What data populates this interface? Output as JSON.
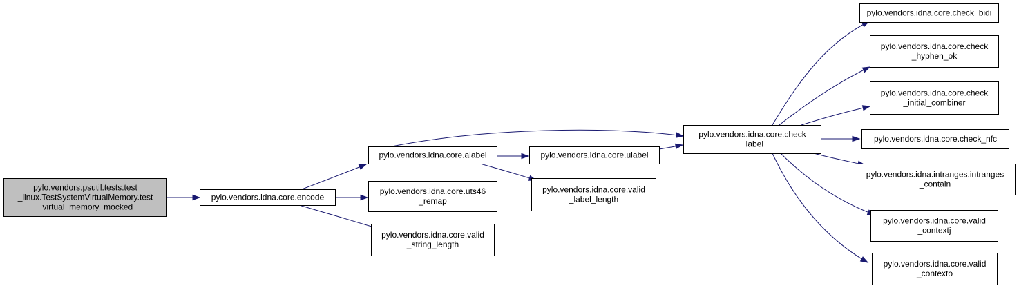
{
  "colors": {
    "edge": "#191970",
    "root_fill": "#bfbfbf",
    "node_fill": "#ffffff",
    "node_border": "#000000"
  },
  "nodes": [
    {
      "id": "test_vm_mocked",
      "name": "node-test-virtual-memory-mocked",
      "is_root": true,
      "lines": [
        "pylo.vendors.psutil.tests.test",
        "_linux.TestSystemVirtualMemory.test",
        "_virtual_memory_mocked"
      ]
    },
    {
      "id": "encode",
      "name": "node-core-encode",
      "lines": [
        "pylo.vendors.idna.core.encode"
      ]
    },
    {
      "id": "alabel",
      "name": "node-core-alabel",
      "lines": [
        "pylo.vendors.idna.core.alabel"
      ]
    },
    {
      "id": "uts46_remap",
      "name": "node-core-uts46-remap",
      "lines": [
        "pylo.vendors.idna.core.uts46",
        "_remap"
      ]
    },
    {
      "id": "valid_string_length",
      "name": "node-core-valid-string-length",
      "lines": [
        "pylo.vendors.idna.core.valid",
        "_string_length"
      ]
    },
    {
      "id": "ulabel",
      "name": "node-core-ulabel",
      "lines": [
        "pylo.vendors.idna.core.ulabel"
      ]
    },
    {
      "id": "valid_label_length",
      "name": "node-core-valid-label-length",
      "lines": [
        "pylo.vendors.idna.core.valid",
        "_label_length"
      ]
    },
    {
      "id": "check_label",
      "name": "node-core-check-label",
      "lines": [
        "pylo.vendors.idna.core.check",
        "_label"
      ]
    },
    {
      "id": "check_bidi",
      "name": "node-core-check-bidi",
      "lines": [
        "pylo.vendors.idna.core.check_bidi"
      ]
    },
    {
      "id": "check_hyphen_ok",
      "name": "node-core-check-hyphen-ok",
      "lines": [
        "pylo.vendors.idna.core.check",
        "_hyphen_ok"
      ]
    },
    {
      "id": "check_initial_combiner",
      "name": "node-core-check-initial-combiner",
      "lines": [
        "pylo.vendors.idna.core.check",
        "_initial_combiner"
      ]
    },
    {
      "id": "check_nfc",
      "name": "node-core-check-nfc",
      "lines": [
        "pylo.vendors.idna.core.check_nfc"
      ]
    },
    {
      "id": "intranges_contain",
      "name": "node-intranges-contain",
      "lines": [
        "pylo.vendors.idna.intranges.intranges",
        "_contain"
      ]
    },
    {
      "id": "valid_contextj",
      "name": "node-core-valid-contextj",
      "lines": [
        "pylo.vendors.idna.core.valid",
        "_contextj"
      ]
    },
    {
      "id": "valid_contexto",
      "name": "node-core-valid-contexto",
      "lines": [
        "pylo.vendors.idna.core.valid",
        "_contexto"
      ]
    }
  ],
  "edges": [
    {
      "from": "test_vm_mocked",
      "to": "encode"
    },
    {
      "from": "encode",
      "to": "alabel"
    },
    {
      "from": "encode",
      "to": "uts46_remap"
    },
    {
      "from": "encode",
      "to": "valid_string_length"
    },
    {
      "from": "alabel",
      "to": "check_label"
    },
    {
      "from": "alabel",
      "to": "ulabel"
    },
    {
      "from": "alabel",
      "to": "valid_label_length"
    },
    {
      "from": "ulabel",
      "to": "check_label"
    },
    {
      "from": "check_label",
      "to": "check_bidi"
    },
    {
      "from": "check_label",
      "to": "check_hyphen_ok"
    },
    {
      "from": "check_label",
      "to": "check_initial_combiner"
    },
    {
      "from": "check_label",
      "to": "check_nfc"
    },
    {
      "from": "check_label",
      "to": "intranges_contain"
    },
    {
      "from": "check_label",
      "to": "valid_contextj"
    },
    {
      "from": "check_label",
      "to": "valid_contexto"
    }
  ]
}
